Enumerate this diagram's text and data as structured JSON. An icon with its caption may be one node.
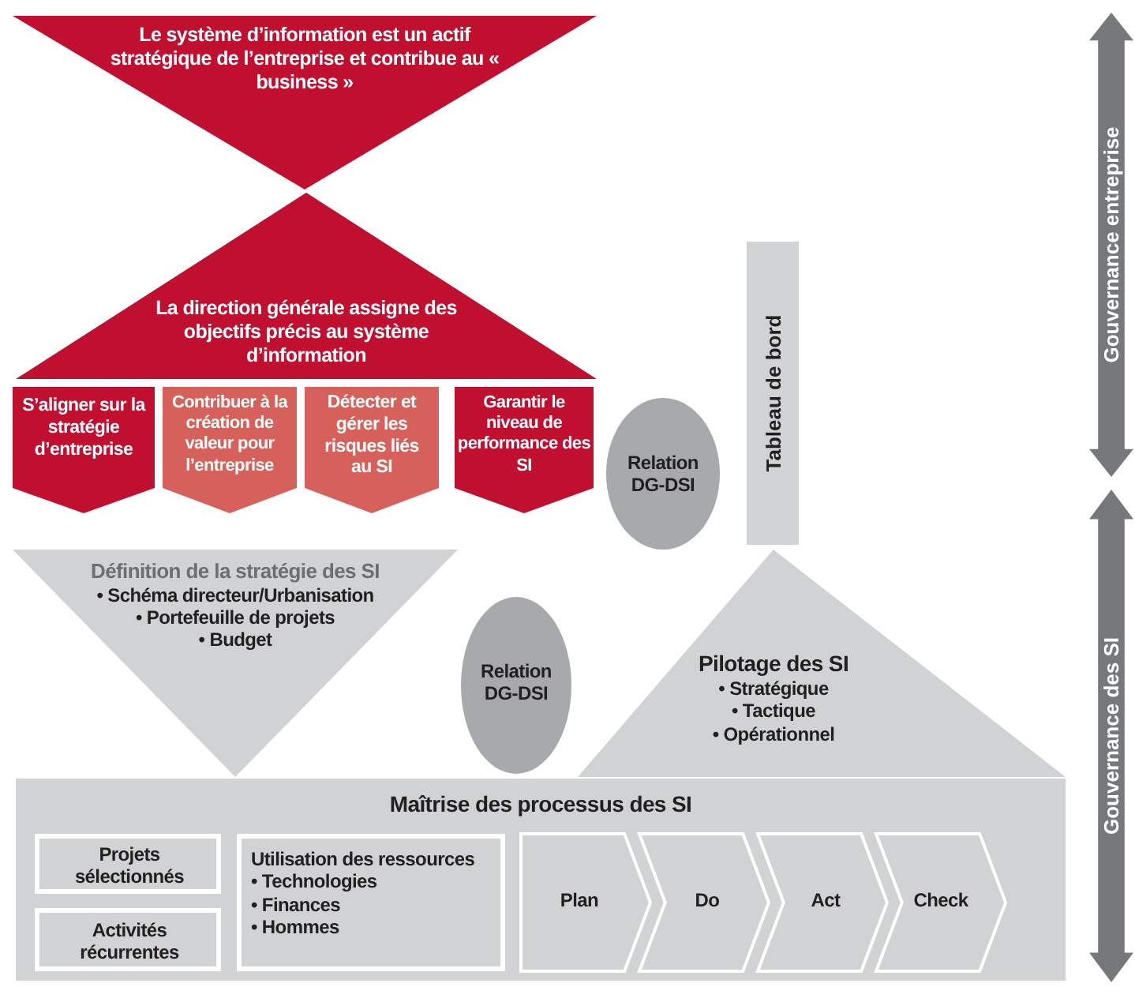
{
  "diagram": {
    "nodes": [
      {
        "text": [
          "Le système d’information est un actif stratégique de l’entreprise et contribue au « business »"
        ]
      },
      {
        "text": [
          "La direction générale assigne des objectifs précis au système d’information"
        ]
      },
      {
        "text": [
          "S’aligner sur la stratégie d’entreprise"
        ]
      },
      {
        "text": [
          "Contribuer à la création de valeur pour l’entreprise"
        ]
      },
      {
        "text": [
          "Détecter et gérer les risques liés au SI"
        ]
      },
      {
        "text": [
          "Garantir le niveau de performance des SI"
        ]
      },
      {
        "text": [
          "Relation DG-DSI"
        ]
      },
      {
        "text": [
          "Tableau de bord"
        ]
      },
      {
        "text": [
          "Définition de la stratégie des SI",
          "• Schéma directeur/Urbanisation",
          "• Portefeuille de projets",
          "• Budget"
        ]
      },
      {
        "text": [
          "Relation DG-DSI"
        ]
      },
      {
        "text": [
          "Pilotage des SI",
          "• Stratégique",
          "• Tactique",
          "• Opérationnel"
        ]
      },
      {
        "text": [
          "Maîtrise des processus des SI"
        ]
      },
      {
        "text": [
          "Projets sélectionnés"
        ],
        "in": 11
      },
      {
        "text": [
          "Activités récurrentes"
        ],
        "in": 11
      },
      {
        "text": [
          "Utilisation des ressources",
          "• Technologies",
          "• Finances",
          "• Hommes"
        ],
        "in": 11
      },
      {
        "text": [
          "Plan"
        ],
        "in": 11
      },
      {
        "text": [
          "Do"
        ],
        "in": 11
      },
      {
        "text": [
          "Act"
        ],
        "in": 11
      },
      {
        "text": [
          "Check"
        ],
        "in": 11
      },
      {
        "text": [
          "Gouvernance entreprise"
        ]
      },
      {
        "text": [
          "Gouvernance des SI"
        ]
      }
    ]
  }
}
